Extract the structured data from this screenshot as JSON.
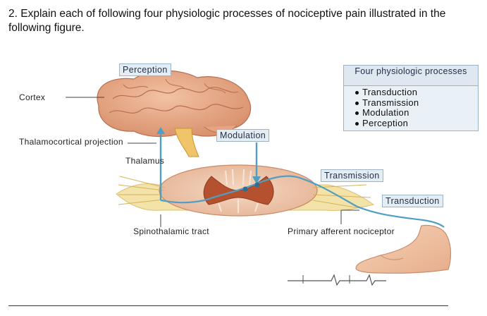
{
  "question": {
    "text": "2. Explain each of following four physiologic processes of nociceptive pain illustrated in the following figure."
  },
  "figure": {
    "labels": {
      "cortex": "Cortex",
      "thalamocortical_projection": "Thalamocortical projection",
      "thalamus": "Thalamus",
      "spinothalamic_tract": "Spinothalamic tract",
      "primary_afferent_nociceptor": "Primary afferent nociceptor"
    },
    "boxes": {
      "perception": "Perception",
      "modulation": "Modulation",
      "transmission": "Transmission",
      "transduction": "Transduction"
    },
    "processes_box": {
      "title": "Four physiologic processes",
      "items": [
        "Transduction",
        "Transmission",
        "Modulation",
        "Perception"
      ]
    }
  }
}
